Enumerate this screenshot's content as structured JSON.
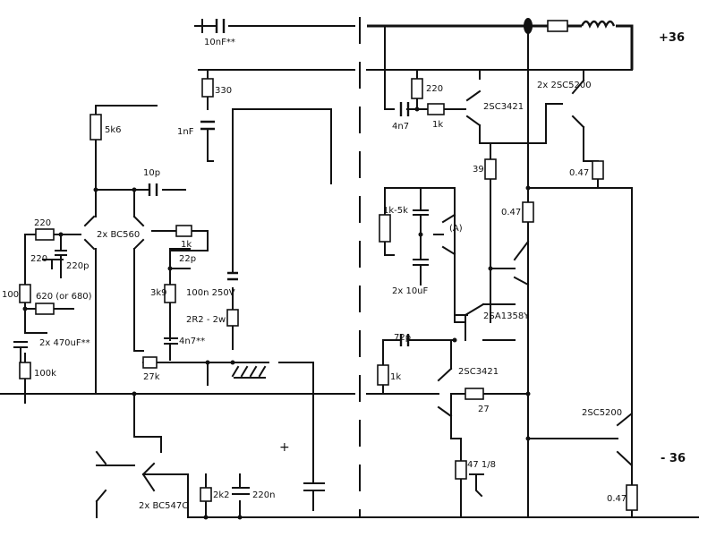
{
  "rails": {
    "positive": "+36",
    "negative": "- 36"
  },
  "labels": {
    "c_in": "10nF**",
    "r330": "330",
    "r5k6": "5k6",
    "c1nf": "1nF",
    "c10p": "10p",
    "r220a": "220",
    "r220b": "220",
    "c220p": "220p",
    "q_in": "2x BC560",
    "r1k_a": "1k",
    "c22p": "22p",
    "r100": "100",
    "r620": "620 (or 680)",
    "c470": "2x 470uF**",
    "r100k": "100k",
    "r3k9": "3k9",
    "c100n": "100n 250V",
    "r2r2": "2R2 - 2w",
    "c4n7a": "4n7**",
    "r27k": "27k",
    "q_cm": "2x BC547C",
    "r2k2": "2k2",
    "c220n": "220n",
    "plus": "+",
    "c4n7b": "4n7",
    "r1k_b": "1k",
    "r220c": "220",
    "q_drv_p": "2SC3421",
    "q_out_p": "2x 2SC5200",
    "r39": "39",
    "r047a": "0.47",
    "r047b": "0.47",
    "r1k5k": "1k-5k",
    "vbe": "(A)",
    "c10u": "2x 10uF",
    "q_drv_n": "2SA1358Y",
    "c72p": "72p",
    "r1k_c": "1k",
    "q_vas": "2SC3421",
    "r27": "27",
    "q_out_n": "2SC5200",
    "r47": "47 1/8",
    "r047c": "0.47"
  }
}
